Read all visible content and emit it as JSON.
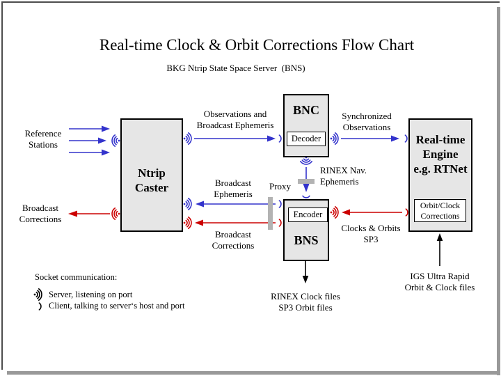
{
  "title": "Real-time Clock & Orbit Corrections Flow Chart",
  "subtitle": "BKG Ntrip State Space Server  (BNS)",
  "nodes": {
    "ntrip_caster": {
      "line1": "Ntrip",
      "line2": "Caster"
    },
    "bnc": {
      "title": "BNC",
      "sub": "Decoder"
    },
    "bns": {
      "title": "BNS",
      "sub": "Encoder"
    },
    "rt_engine": {
      "line1": "Real-time",
      "line2": "Engine",
      "line3": "e.g. RTNet",
      "sub_line1": "Orbit/Clock",
      "sub_line2": "Corrections"
    }
  },
  "labels": {
    "reference_stations": {
      "line1": "Reference",
      "line2": "Stations"
    },
    "broadcast_corrections_left": {
      "line1": "Broadcast",
      "line2": "Corrections"
    },
    "observations": {
      "line1": "Observations and",
      "line2": "Broadcast Ephemeris"
    },
    "synchronized": {
      "line1": "Synchronized",
      "line2": "Observations"
    },
    "rinex_nav": {
      "line1": "RINEX Nav.",
      "line2": "Ephemeris"
    },
    "proxy": "Proxy",
    "broadcast_ephemeris": {
      "line1": "Broadcast",
      "line2": "Ephemeris"
    },
    "broadcast_corrections_mid": {
      "line1": "Broadcast",
      "line2": "Corrections"
    },
    "clocks_orbits": {
      "line1": "Clocks & Orbits",
      "line2": "SP3"
    },
    "rinex_files": {
      "line1": "RINEX Clock files",
      "line2": "SP3 Orbit files"
    },
    "igs": {
      "line1": "IGS Ultra Rapid",
      "line2": "Orbit & Clock files"
    }
  },
  "legend": {
    "title": "Socket communication:",
    "server": "Server, listening on port",
    "client": "Client, talking to server‘s host and port"
  },
  "colors": {
    "arrow_blue": "#3333cc",
    "arrow_red": "#cc0000",
    "black": "#000000",
    "proxy_gray": "#b3b3b3",
    "box_fill": "#e6e6e6"
  }
}
